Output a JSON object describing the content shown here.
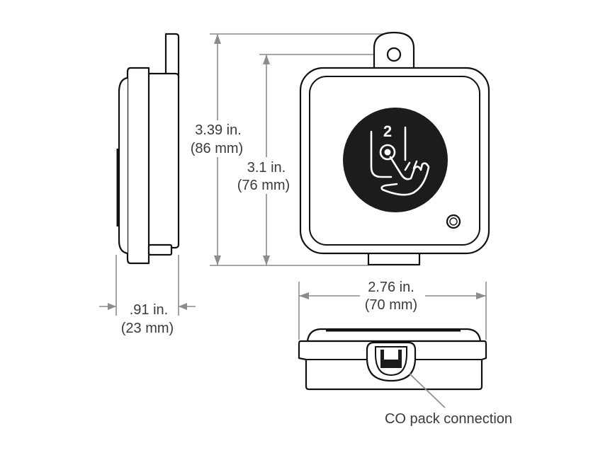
{
  "dimensions": {
    "height_outer": {
      "imperial": "3.39 in.",
      "metric": "(86 mm)"
    },
    "height_inner": {
      "imperial": "3.1 in.",
      "metric": "(76 mm)"
    },
    "width": {
      "imperial": "2.76 in.",
      "metric": "(70 mm)"
    },
    "depth": {
      "imperial": ".91 in.",
      "metric": "(23 mm)"
    }
  },
  "button_number": "2",
  "callouts": {
    "co_pack": "CO pack connection"
  },
  "colors": {
    "outline": "#111111",
    "dimension_line": "#8c8c8c",
    "text": "#3a3a3a",
    "button_face": "#1c1c1c"
  }
}
